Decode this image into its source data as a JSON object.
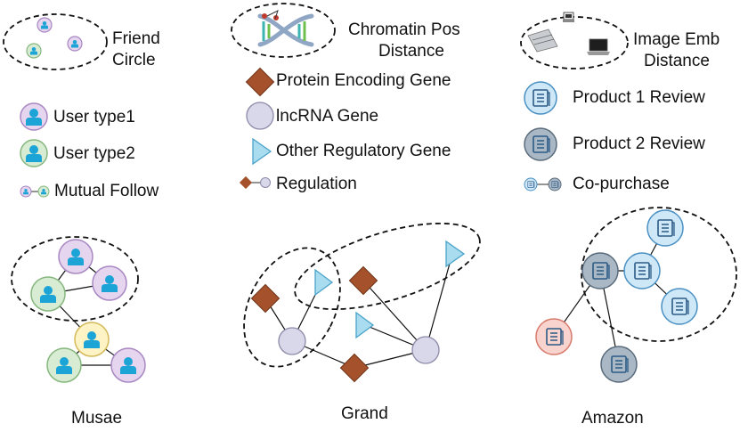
{
  "musae": {
    "friend_circle_line1": "Friend",
    "friend_circle_line2": "Circle",
    "user_type1": "User type1",
    "user_type2": "User type2",
    "mutual_follow": "Mutual Follow",
    "caption": "Musae"
  },
  "grand": {
    "chromatin_line1": "Chromatin Pos",
    "chromatin_line2": "Distance",
    "protein_gene": "Protein Encoding Gene",
    "lncrna_gene": "lncRNA Gene",
    "other_gene": "Other Regulatory Gene",
    "regulation": "Regulation",
    "caption": "Grand"
  },
  "amazon": {
    "image_emb_line1": "Image Emb",
    "image_emb_line2": "Distance",
    "product1": "Product 1 Review",
    "product2": "Product 2 Review",
    "copurchase": "Co-purchase",
    "caption": "Amazon"
  },
  "colors": {
    "user1_fill": "#e5d5ee",
    "user1_stroke": "#a887c2",
    "user2_fill": "#d8ebd3",
    "user2_stroke": "#86b77e",
    "user3_fill": "#fdf3c4",
    "user3_stroke": "#d3b95a",
    "person_icon": "#1ca4d6",
    "diamond": "#a5512c",
    "lncrna_fill": "#d9d7ea",
    "triangle_fill": "#a9dcef",
    "triangle_stroke": "#4aa3c9",
    "product1_fill": "#cfe8f8",
    "product2_fill": "#aab8c6",
    "product_red_fill": "#f9d3cd",
    "edge": "#111111"
  }
}
